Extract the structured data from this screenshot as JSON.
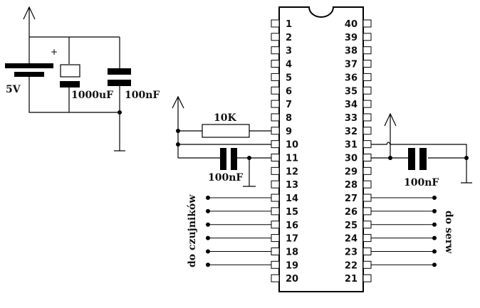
{
  "power": {
    "battery_label": "5V",
    "plus_sign": "+",
    "electrolytic_label": "1000uF",
    "ceramic_label": "100nF"
  },
  "chip": {
    "left_pins": [
      "1",
      "2",
      "3",
      "4",
      "5",
      "6",
      "7",
      "8",
      "9",
      "10",
      "11",
      "12",
      "13",
      "14",
      "15",
      "16",
      "17",
      "18",
      "19",
      "20"
    ],
    "right_pins": [
      "40",
      "39",
      "38",
      "37",
      "36",
      "35",
      "34",
      "33",
      "32",
      "31",
      "30",
      "29",
      "28",
      "27",
      "26",
      "25",
      "24",
      "23",
      "22",
      "21"
    ]
  },
  "reset": {
    "resistor_label": "10K",
    "capacitor_label": "100nF"
  },
  "right_circuit": {
    "capacitor_label": "100nF"
  },
  "connections": {
    "left_group_label": "do czujników",
    "right_group_label": "do serw"
  }
}
